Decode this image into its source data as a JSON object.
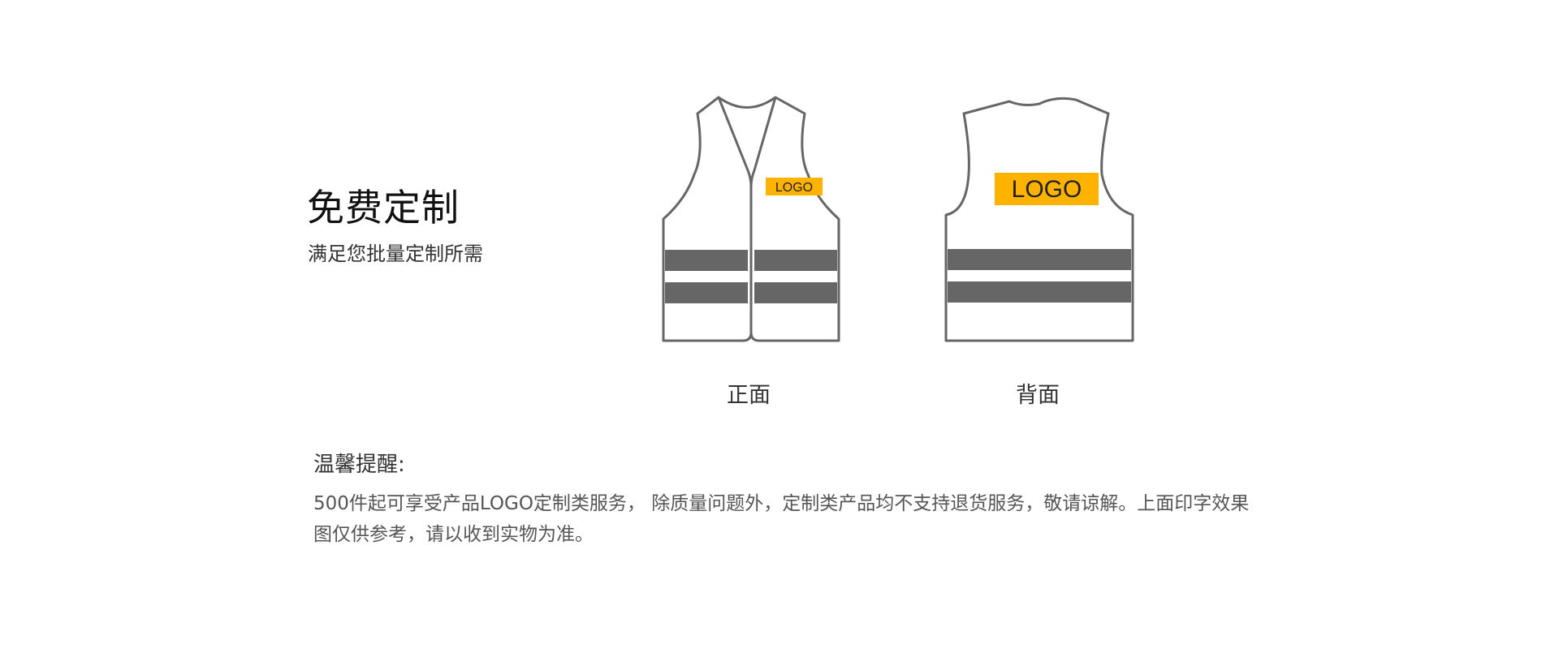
{
  "header": {
    "title": "免费定制",
    "subtitle": "满足您批量定制所需"
  },
  "vests": {
    "front": {
      "logo_text": "LOGO",
      "caption": "正面"
    },
    "back": {
      "logo_text": "LOGO",
      "caption": "背面"
    }
  },
  "notice": {
    "heading": "温馨提醒:",
    "body": "500件起可享受产品LOGO定制类服务， 除质量问题外，定制类产品均不支持退货服务，敬请谅解。上面印字效果图仅供参考，请以收到实物为准。"
  },
  "colors": {
    "outline": "#666666",
    "stripe": "#666666",
    "logo_fill": "#FFB200",
    "background": "#FFFFFF"
  }
}
